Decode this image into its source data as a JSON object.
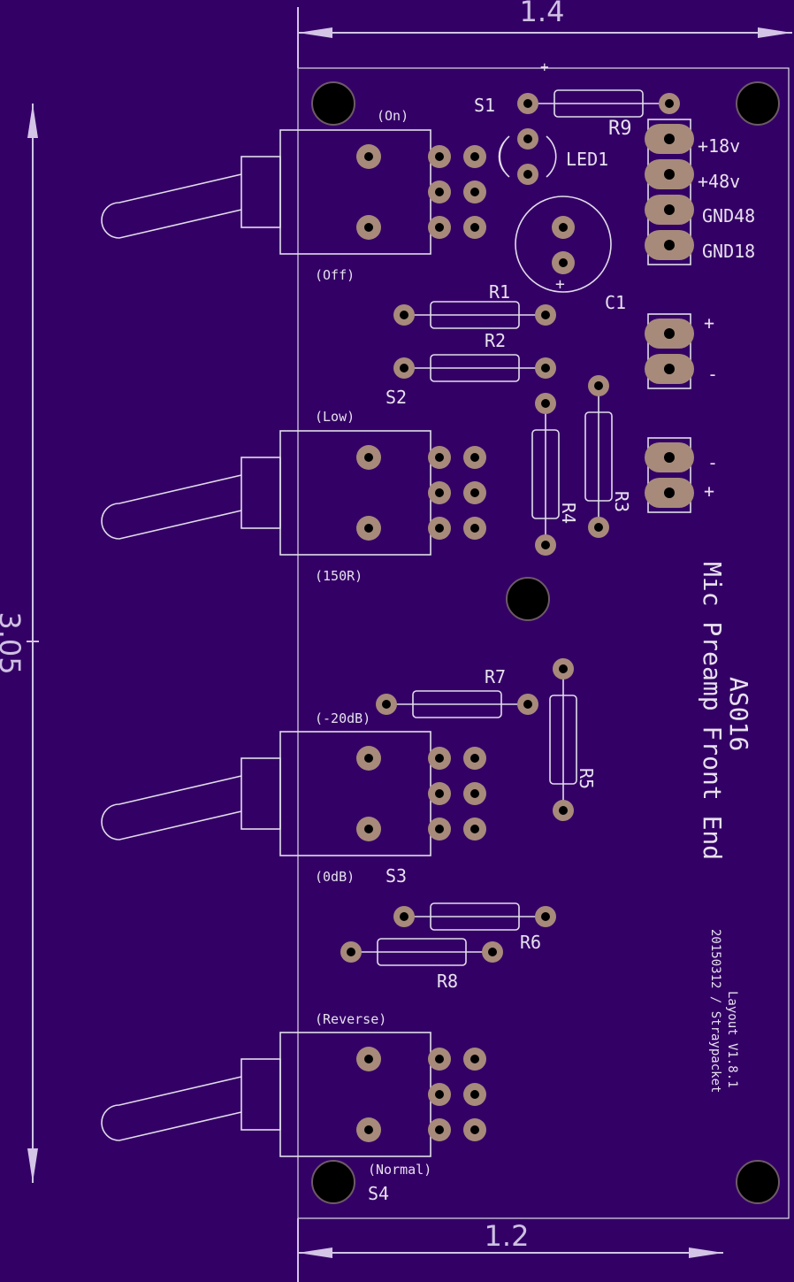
{
  "dimensions": {
    "top_width": "1.4",
    "bottom_width": "1.2",
    "height": "3.05"
  },
  "board": {
    "title_line1": "AS016",
    "title_line2": "Mic Preamp Front End",
    "version_line1": "Layout V1.8.1",
    "version_line2": "20150312 / Straypacket"
  },
  "switches": [
    {
      "name": "S1",
      "top": "(On)",
      "bottom": "(Off)"
    },
    {
      "name": "S2",
      "top": "(Low)",
      "bottom": "(150R)"
    },
    {
      "name": "S3",
      "top": "(-20dB)",
      "bottom": "(0dB)"
    },
    {
      "name": "S4",
      "top": "(Reverse)",
      "bottom": "(Normal)"
    }
  ],
  "components": {
    "led": "LED1",
    "cap": "C1",
    "cap_polarity": "+",
    "top_plus": "+",
    "resistors": [
      "R1",
      "R2",
      "R3",
      "R4",
      "R5",
      "R6",
      "R7",
      "R8",
      "R9"
    ]
  },
  "connectors": {
    "power": [
      "+18v",
      "+48v",
      "GND48",
      "GND18"
    ],
    "mid_top": [
      "+",
      "-"
    ],
    "mid_bottom": [
      "-",
      "+"
    ]
  }
}
